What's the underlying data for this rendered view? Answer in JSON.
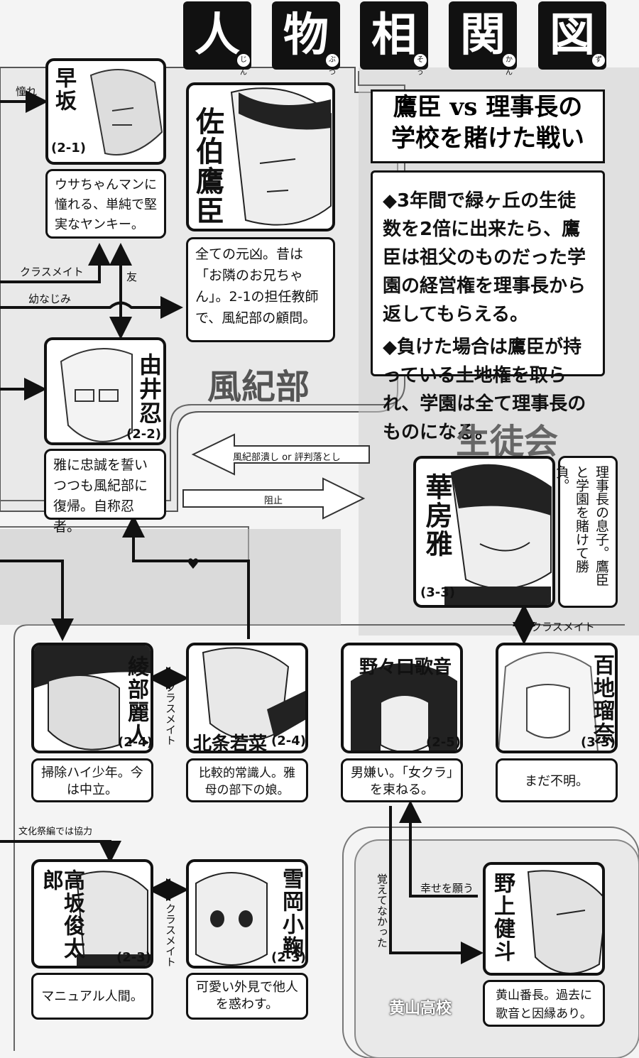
{
  "title": {
    "chars": [
      {
        "kanji": "人",
        "ruby": "じん"
      },
      {
        "kanji": "物",
        "ruby": "ぶつ"
      },
      {
        "kanji": "相",
        "ruby": "そう"
      },
      {
        "kanji": "関",
        "ruby": "かん"
      },
      {
        "kanji": "図",
        "ruby": "ず"
      }
    ]
  },
  "conflict": {
    "heading_line1": "鷹臣 vs 理事長の",
    "heading_line2": "学校を賭けた戦い",
    "rule1": "◆3年間で緑ヶ丘の生徒数を2倍に出来たら、鷹臣は祖父のものだった学園の経営権を理事長から返してもらえる。",
    "rule2": "◆負けた場合は鷹臣が持っている土地権を取られ、学園は全て理事長のものになる。"
  },
  "groups": {
    "fuuki": "風紀部",
    "seito": "生徒会",
    "kiyama": "黄山高校"
  },
  "characters": {
    "hayasaka": {
      "name": "早坂",
      "class": "(2-1)",
      "desc": "ウサちゃんマンに憧れる、単純で堅実なヤンキー。"
    },
    "saeki": {
      "name": "佐伯鷹臣",
      "desc": "全ての元凶。昔は「お隣のお兄ちゃん」。2-1の担任教師で、風紀部の顧問。"
    },
    "yui": {
      "name": "由井忍",
      "class": "(2-2)",
      "desc": "雅に忠誠を誓いつつも風紀部に復帰。自称忍者。"
    },
    "hanabusa": {
      "name": "華房雅",
      "class": "(3-3)",
      "desc": "理事長の息子。鷹臣と学園を賭けて勝負。"
    },
    "ayabe": {
      "name": "綾部麗人",
      "class": "(2-4)",
      "desc": "掃除ハイ少年。今は中立。"
    },
    "houjou": {
      "name": "北条若菜",
      "class": "(2-4)",
      "desc": "比較的常識人。雅母の部下の娘。"
    },
    "nonoguchi": {
      "name": "野々口歌音",
      "class": "(2-5)",
      "desc": "男嫌い。「女クラ」を束ねる。"
    },
    "momochi": {
      "name": "百地瑠奈",
      "class": "(3-3)",
      "desc": "まだ不明。"
    },
    "kousaka": {
      "name": "高坂俊太郎",
      "class": "(2-3)",
      "desc": "マニュアル人間。"
    },
    "yukioka": {
      "name": "雪岡小鞠",
      "class": "(2-3)",
      "desc": "可愛い外見で他人を惑わす。"
    },
    "nogami": {
      "name": "野上健斗",
      "desc": "黄山番長。過去に歌音と因縁あり。"
    }
  },
  "relations": {
    "akogare": "憧れ",
    "classmate": "クラスメイト",
    "tomo": "友",
    "osananajimi": "幼なじみ",
    "fuuki_tsubushi": "風紀部潰し or 評判落とし",
    "soshi": "阻止",
    "heart": "♥",
    "bunkasai": "文化祭編では協力",
    "shiawase": "幸せを願う",
    "oboete": "覚えてなかった"
  },
  "colors": {
    "ink": "#111111",
    "panel": "#ffffff",
    "background": "#f4f4f4",
    "group_text": "#555555"
  }
}
